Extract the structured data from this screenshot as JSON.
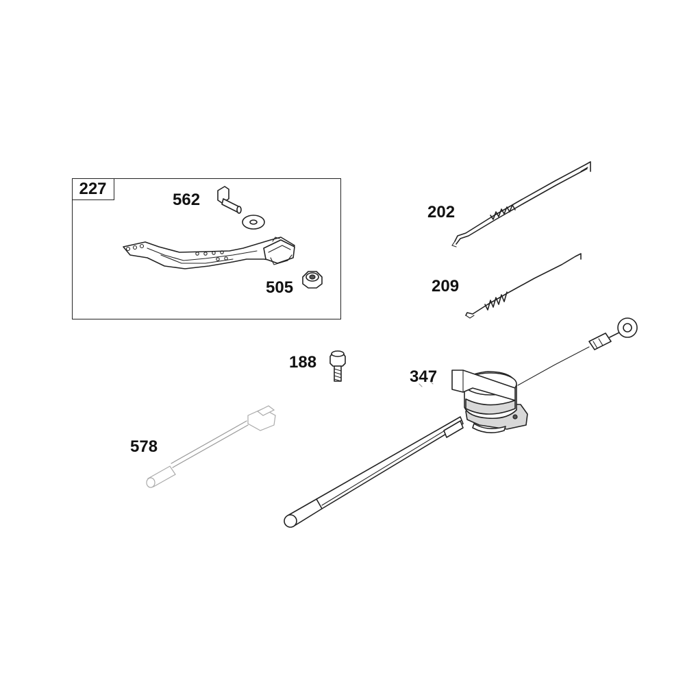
{
  "parts": {
    "p227": "227",
    "p562": "562",
    "p505": "505",
    "p202": "202",
    "p209": "209",
    "p188": "188",
    "p347": "347",
    "p578": "578"
  }
}
